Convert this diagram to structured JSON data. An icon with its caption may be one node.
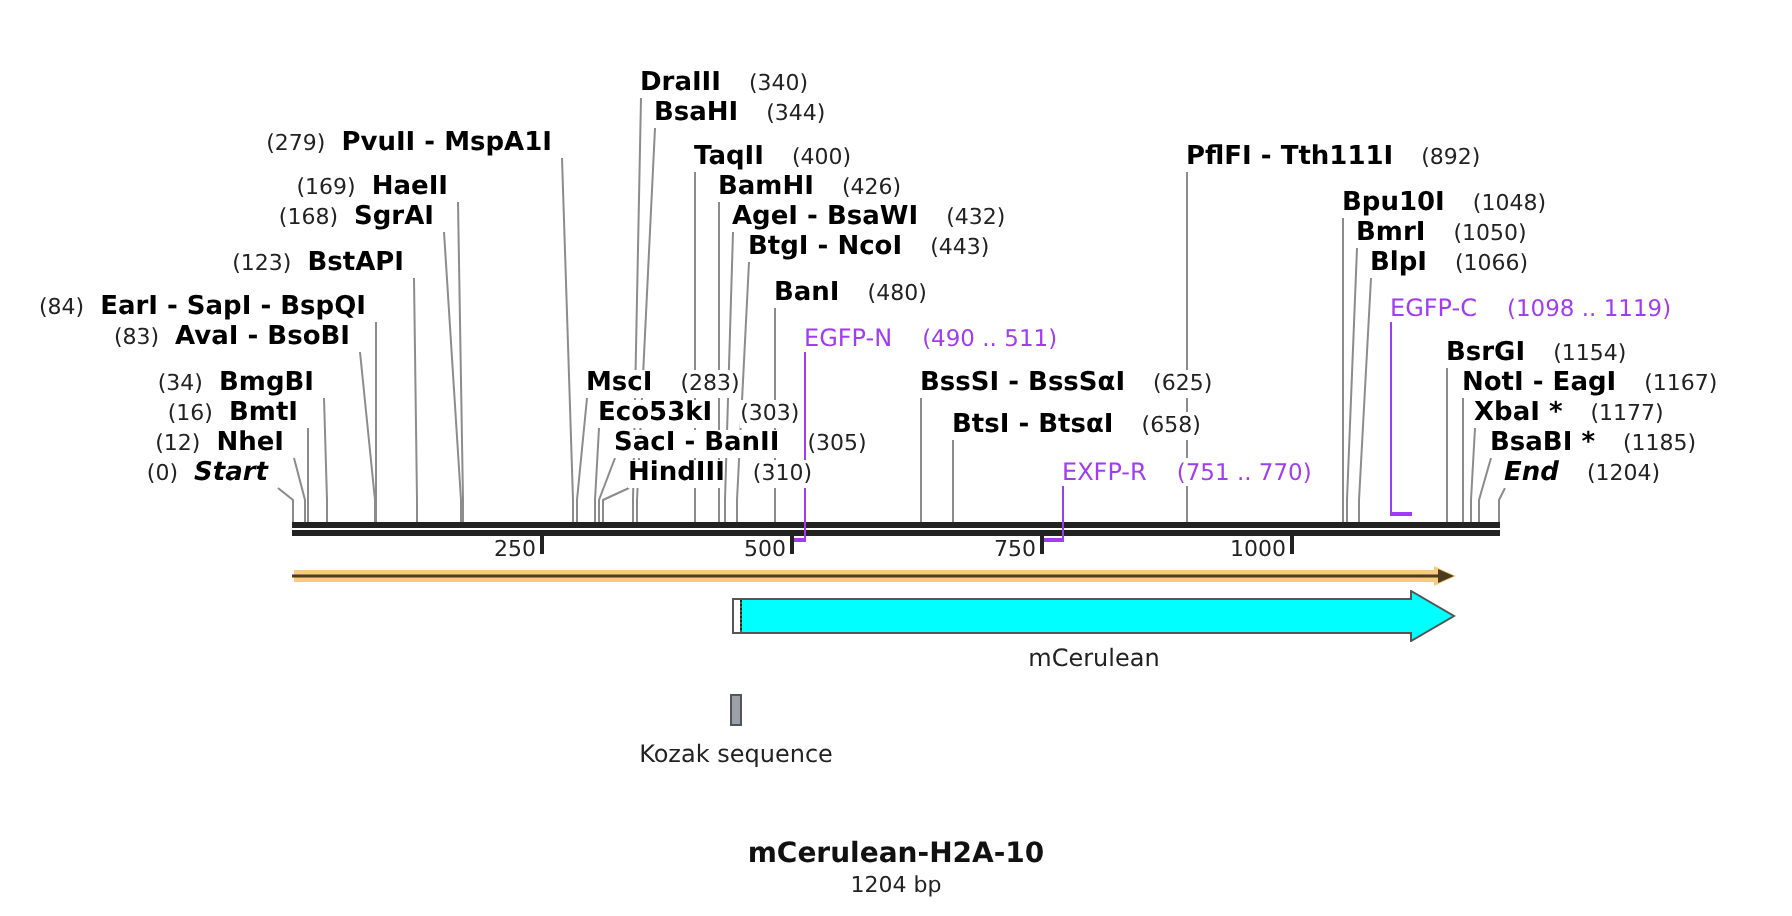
{
  "diagram": {
    "title": "mCerulean-H2A-10",
    "caption": "1204 bp",
    "nodes": [
      {
        "text": [
          "(279)",
          "PvuII - MspA1I"
        ]
      },
      {
        "text": [
          "(169)",
          "HaeII"
        ]
      },
      {
        "text": [
          "(168)",
          "SgrAI"
        ]
      },
      {
        "text": [
          "(123)",
          "BstAPI"
        ]
      },
      {
        "text": [
          "(84)",
          "EarI - SapI - BspQI"
        ]
      },
      {
        "text": [
          "(83)",
          "AvaI - BsoBI"
        ]
      },
      {
        "text": [
          "(34)",
          "BmgBI"
        ]
      },
      {
        "text": [
          "(16)",
          "BmtI"
        ]
      },
      {
        "text": [
          "(12)",
          "NheI"
        ]
      },
      {
        "text": [
          "(0)",
          "Start"
        ]
      },
      {
        "text": [
          "DraIII",
          "(340)"
        ]
      },
      {
        "text": [
          "BsaHI",
          "(344)"
        ]
      },
      {
        "text": [
          "TaqII",
          "(400)"
        ]
      },
      {
        "text": [
          "BamHI",
          "(426)"
        ]
      },
      {
        "text": [
          "AgeI - BsaWI",
          "(432)"
        ]
      },
      {
        "text": [
          "BtgI - NcoI",
          "(443)"
        ]
      },
      {
        "text": [
          "BanI",
          "(480)"
        ]
      },
      {
        "text": [
          "EGFP-N",
          "(490 .. 511)"
        ]
      },
      {
        "text": [
          "MscI",
          "(283)"
        ]
      },
      {
        "text": [
          "Eco53kI",
          "(303)"
        ]
      },
      {
        "text": [
          "SacI - BanII",
          "(305)"
        ]
      },
      {
        "text": [
          "HindIII",
          "(310)"
        ]
      },
      {
        "text": [
          "BssSI - BssSαI",
          "(625)"
        ]
      },
      {
        "text": [
          "BtsI - BtsαI",
          "(658)"
        ]
      },
      {
        "text": [
          "EXFP-R",
          "(751 .. 770)"
        ]
      },
      {
        "text": [
          "PflFI - Tth111I",
          "(892)"
        ]
      },
      {
        "text": [
          "Bpu10I",
          "(1048)"
        ]
      },
      {
        "text": [
          "BmrI",
          "(1050)"
        ]
      },
      {
        "text": [
          "BlpI",
          "(1066)"
        ]
      },
      {
        "text": [
          "EGFP-C",
          "(1098 .. 1119)"
        ]
      },
      {
        "text": [
          "BsrGI",
          "(1154)"
        ]
      },
      {
        "text": [
          "NotI - EagI",
          "(1167)"
        ]
      },
      {
        "text": [
          "XbaI *",
          "(1177)"
        ]
      },
      {
        "text": [
          "BsaBI *",
          "(1185)"
        ]
      },
      {
        "text": [
          "End",
          "(1204)"
        ]
      },
      {
        "text": [],
        "shape": "bar"
      },
      {
        "text": [],
        "shape": "bar"
      },
      {
        "text": [],
        "shape": "bar"
      },
      {
        "text": [],
        "shape": "bar"
      },
      {
        "text": [],
        "shape": "arrow"
      },
      {
        "text": [
          "mCerulean"
        ]
      },
      {
        "text": [
          "Kozak sequence"
        ]
      }
    ],
    "edges": [
      {
        "from": 0,
        "to": 35,
        "arrow": "none"
      },
      {
        "from": 1,
        "to": 35,
        "arrow": "none"
      },
      {
        "from": 2,
        "to": 35,
        "arrow": "none"
      },
      {
        "from": 3,
        "to": 35,
        "arrow": "none"
      },
      {
        "from": 4,
        "to": 35,
        "arrow": "none"
      },
      {
        "from": 5,
        "to": 35,
        "arrow": "none"
      },
      {
        "from": 6,
        "to": 35,
        "arrow": "none"
      },
      {
        "from": 7,
        "to": 35,
        "arrow": "none"
      },
      {
        "from": 8,
        "to": 35,
        "arrow": "none"
      },
      {
        "from": 9,
        "to": 35,
        "arrow": "none"
      },
      {
        "from": 10,
        "to": 35,
        "arrow": "none"
      },
      {
        "from": 11,
        "to": 35,
        "arrow": "none"
      },
      {
        "from": 12,
        "to": 35,
        "arrow": "none"
      },
      {
        "from": 13,
        "to": 35,
        "arrow": "none"
      },
      {
        "from": 14,
        "to": 35,
        "arrow": "none"
      },
      {
        "from": 15,
        "to": 35,
        "arrow": "none"
      },
      {
        "from": 16,
        "to": 35,
        "arrow": "none"
      },
      {
        "from": 17,
        "to": 36,
        "arrow": "none",
        "color": "#a23cf0"
      },
      {
        "from": 18,
        "to": 35,
        "arrow": "none"
      },
      {
        "from": 19,
        "to": 35,
        "arrow": "none"
      },
      {
        "from": 20,
        "to": 35,
        "arrow": "none"
      },
      {
        "from": 21,
        "to": 35,
        "arrow": "none"
      },
      {
        "from": 22,
        "to": 35,
        "arrow": "none"
      },
      {
        "from": 23,
        "to": 35,
        "arrow": "none"
      },
      {
        "from": 24,
        "to": 37,
        "arrow": "none",
        "color": "#a23cf0"
      },
      {
        "from": 25,
        "to": 35,
        "arrow": "none"
      },
      {
        "from": 26,
        "to": 35,
        "arrow": "none"
      },
      {
        "from": 27,
        "to": 35,
        "arrow": "none"
      },
      {
        "from": 28,
        "to": 35,
        "arrow": "none"
      },
      {
        "from": 29,
        "to": 38,
        "arrow": "none",
        "color": "#a23cf0"
      },
      {
        "from": 30,
        "to": 35,
        "arrow": "none"
      },
      {
        "from": 31,
        "to": 35,
        "arrow": "none"
      },
      {
        "from": 32,
        "to": 35,
        "arrow": "none"
      },
      {
        "from": 33,
        "to": 35,
        "arrow": "none"
      },
      {
        "from": 34,
        "to": 35,
        "arrow": "none"
      }
    ],
    "labels": [
      "250",
      "500",
      "750",
      "1000"
    ]
  }
}
